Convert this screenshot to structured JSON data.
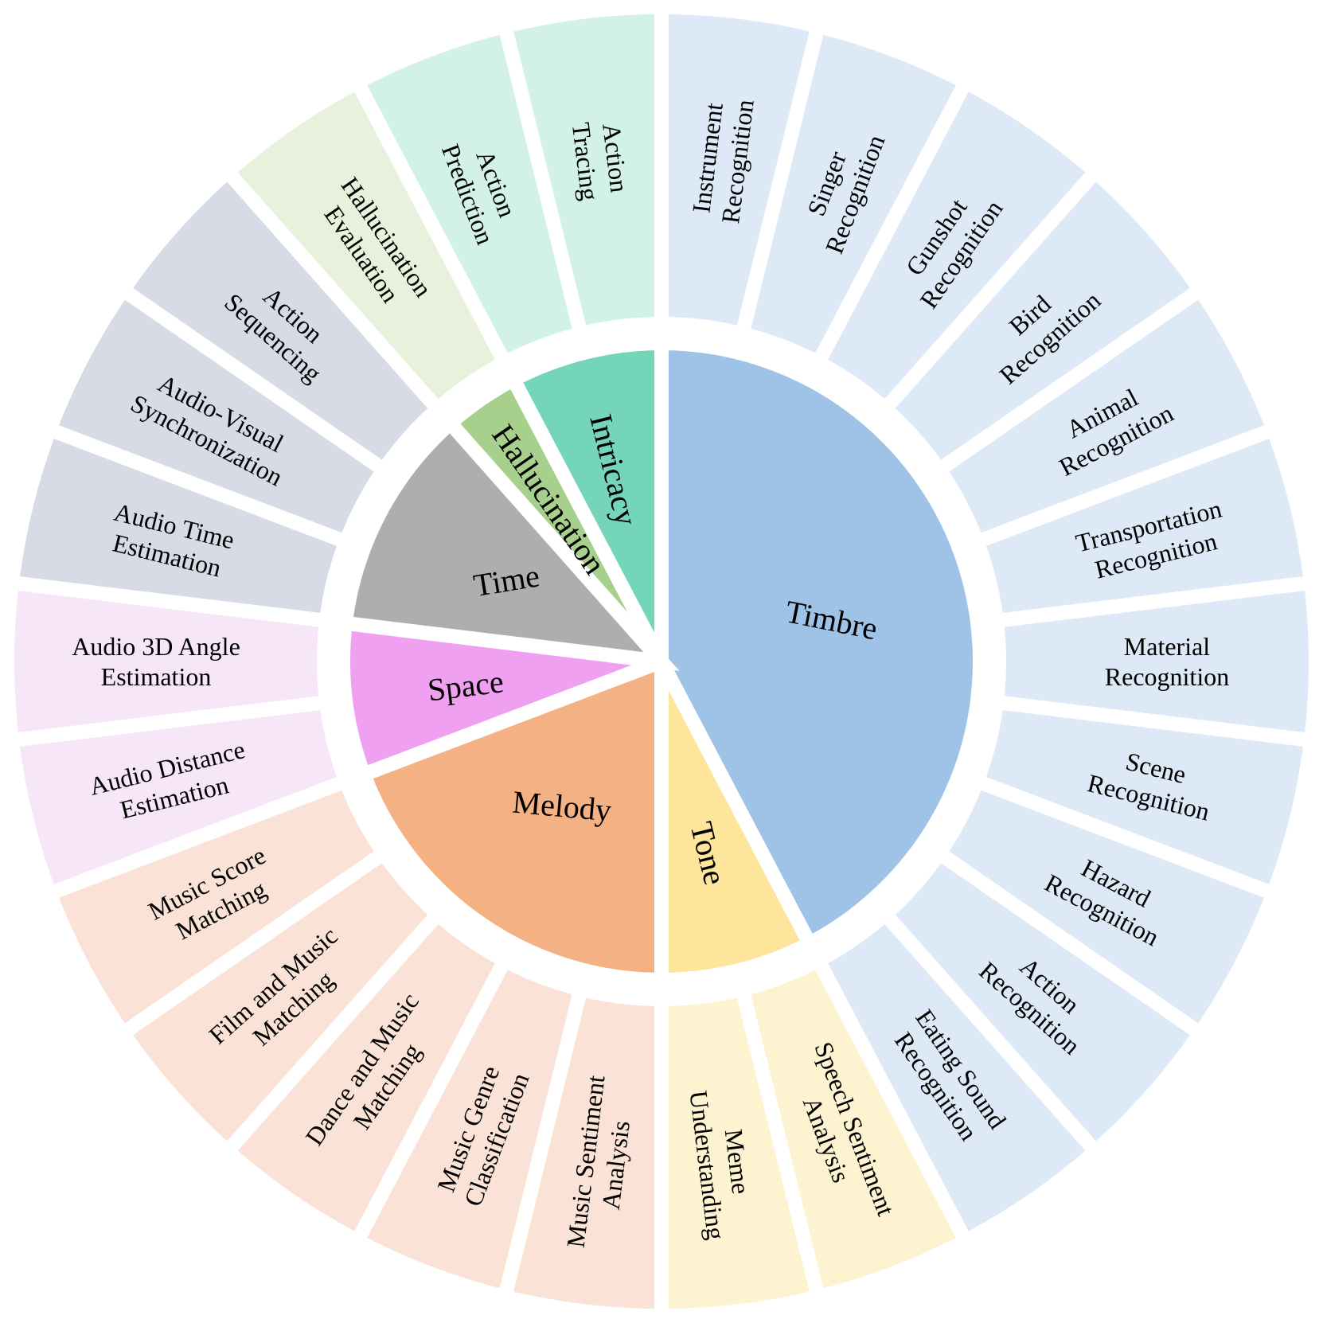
{
  "palette": {
    "Timbre": {
      "inner": "#9fc3e7",
      "outer": "#dde9f6"
    },
    "Tone": {
      "inner": "#fde59b",
      "outer": "#fef3d1"
    },
    "Melody": {
      "inner": "#f3b184",
      "outer": "#fae3d6"
    },
    "Space": {
      "inner": "#f0a0f0",
      "outer": "#f6e6f8"
    },
    "Time": {
      "inner": "#b0adad",
      "outer": "#d6dbe5"
    },
    "Hallucination": {
      "inner": "#a8d08d",
      "outer": "#e8f1dc"
    },
    "Intricacy": {
      "inner": "#74d5bb",
      "outer": "#d2f1e7"
    }
  },
  "categories": [
    {
      "name": "Timbre",
      "tasks": [
        "Instrument Recognition",
        "Singer Recognition",
        "Gunshot Recognition",
        "Bird Recognition",
        "Animal Recognition",
        "Transportation Recognition",
        "Material Recognition",
        "Scene Recognition",
        "Hazard Recognition",
        "Action Recognition",
        "Eating Sound Recognition"
      ]
    },
    {
      "name": "Tone",
      "tasks": [
        "Speech Sentiment Analysis",
        "Meme Understanding"
      ]
    },
    {
      "name": "Melody",
      "tasks": [
        "Music Sentiment Analysis",
        "Music Genre Classification",
        "Dance and Music Matching",
        "Film and Music Matching",
        "Music Score Matching"
      ]
    },
    {
      "name": "Space",
      "tasks": [
        "Audio Distance Estimation",
        "Audio 3D Angle Estimation"
      ]
    },
    {
      "name": "Time",
      "tasks": [
        "Audio Time Estimation",
        "Audio-Visual Synchronization",
        "Action Sequencing"
      ]
    },
    {
      "name": "Hallucination",
      "tasks": [
        "Hallucination Evaluation"
      ]
    },
    {
      "name": "Intricacy",
      "tasks": [
        "Action Prediction",
        "Action Tracing"
      ]
    }
  ],
  "task_lines": {
    "Instrument Recognition": [
      "Instrument",
      "Recognition"
    ],
    "Singer Recognition": [
      "Singer",
      "Recognition"
    ],
    "Gunshot Recognition": [
      "Gunshot",
      "Recognition"
    ],
    "Bird Recognition": [
      "Bird",
      "Recognition"
    ],
    "Animal Recognition": [
      "Animal",
      "Recognition"
    ],
    "Transportation Recognition": [
      "Transportation",
      "Recognition"
    ],
    "Material Recognition": [
      "Material",
      "Recognition"
    ],
    "Scene Recognition": [
      "Scene",
      "Recognition"
    ],
    "Hazard Recognition": [
      "Hazard",
      "Recognition"
    ],
    "Action Recognition": [
      "Action",
      "Recognition"
    ],
    "Eating Sound Recognition": [
      "Eating Sound",
      "Recognition"
    ],
    "Speech Sentiment Analysis": [
      "Speech Sentiment",
      "Analysis"
    ],
    "Meme Understanding": [
      "Meme",
      "Understanding"
    ],
    "Music Sentiment Analysis": [
      "Music Sentiment",
      "Analysis"
    ],
    "Music Genre Classification": [
      "Music Genre",
      "Classification"
    ],
    "Dance and Music Matching": [
      "Dance and Music",
      "Matching"
    ],
    "Film and Music Matching": [
      "Film and Music",
      "Matching"
    ],
    "Music Score Matching": [
      "Music Score",
      "Matching"
    ],
    "Audio Distance Estimation": [
      "Audio Distance",
      "Estimation"
    ],
    "Audio 3D Angle Estimation": [
      "Audio 3D Angle",
      "Estimation"
    ],
    "Audio Time Estimation": [
      "Audio Time",
      "Estimation"
    ],
    "Audio-Visual Synchronization": [
      "Audio-Visual",
      "Synchronization"
    ],
    "Action Sequencing": [
      "Action",
      "Sequencing"
    ],
    "Hallucination Evaluation": [
      "Hallucination",
      "Evaluation"
    ],
    "Action Prediction": [
      "Action",
      "Prediction"
    ],
    "Action Tracing": [
      "Action",
      "Tracing"
    ]
  }
}
